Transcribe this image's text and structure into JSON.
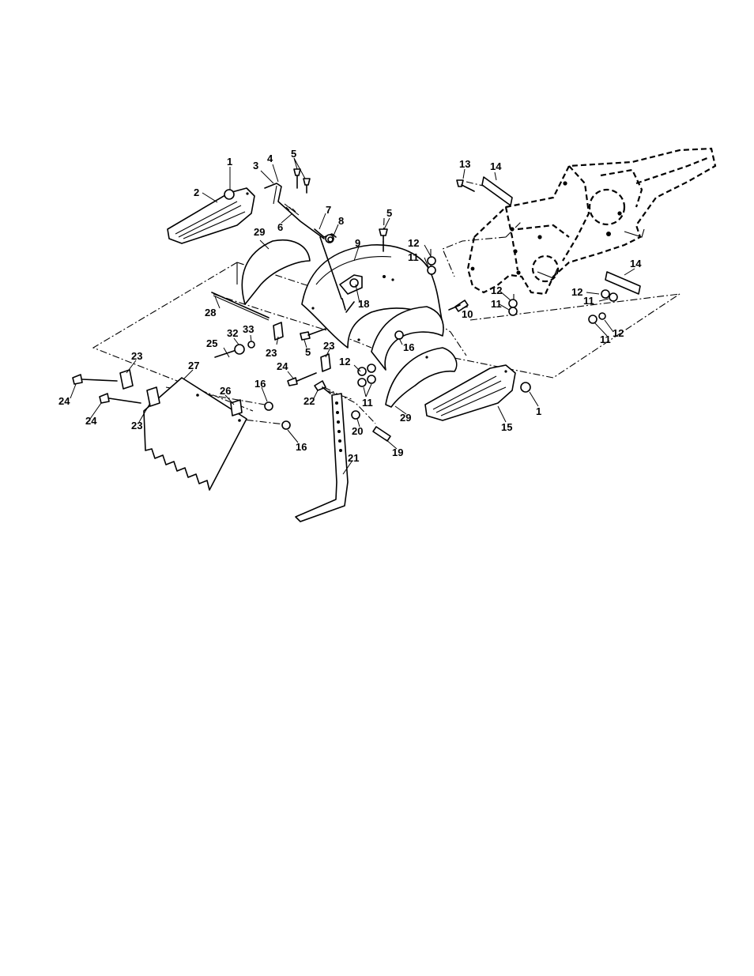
{
  "callouts": {
    "c1a": "1",
    "c1b": "1",
    "c2": "2",
    "c3": "3",
    "c4": "4",
    "c5a": "5",
    "c5b": "5",
    "c5c": "5",
    "c6": "6",
    "c7": "7",
    "c8": "8",
    "c9": "9",
    "c10": "10",
    "c11a": "11",
    "c11b": "11",
    "c11c": "11",
    "c11d": "11",
    "c11e": "11",
    "c12a": "12",
    "c12b": "12",
    "c12c": "12",
    "c12d": "12",
    "c12e": "12",
    "c13": "13",
    "c14a": "14",
    "c14b": "14",
    "c15": "15",
    "c16a": "16",
    "c16b": "16",
    "c16c": "16",
    "c18": "18",
    "c19": "19",
    "c20": "20",
    "c21": "21",
    "c22": "22",
    "c23a": "23",
    "c23b": "23",
    "c23c": "23",
    "c23d": "23",
    "c24a": "24",
    "c24b": "24",
    "c24c": "24",
    "c25": "25",
    "c26": "26",
    "c27": "27",
    "c28": "28",
    "c29a": "29",
    "c29b": "29",
    "c32": "32",
    "c33": "33"
  }
}
